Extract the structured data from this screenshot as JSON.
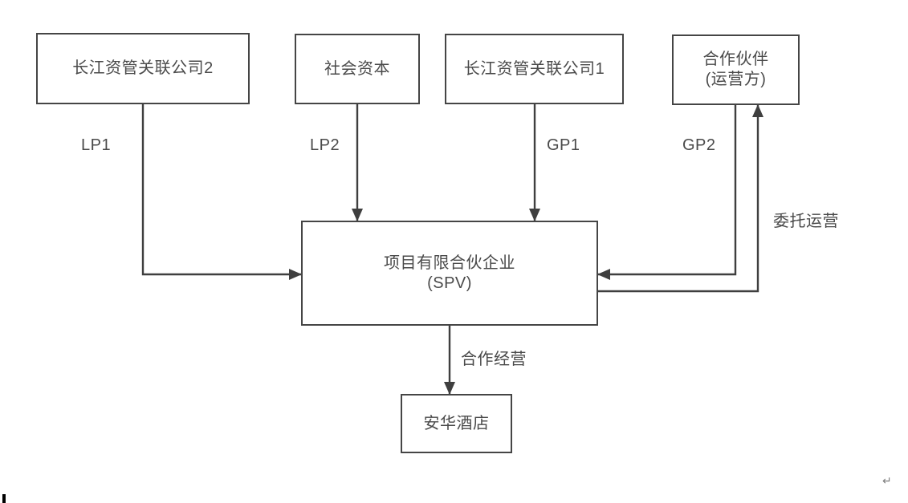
{
  "diagram": {
    "nodes": {
      "lp1_company": {
        "label": "长江资管关联公司2"
      },
      "social_capital": {
        "label": "社会资本"
      },
      "gp1_company": {
        "label": "长江资管关联公司1"
      },
      "partner": {
        "line1": "合作伙伴",
        "line2": "(运营方)"
      },
      "spv": {
        "line1": "项目有限合伙企业",
        "line2": "(SPV)"
      },
      "hotel": {
        "label": "安华酒店"
      }
    },
    "edge_labels": {
      "lp1": "LP1",
      "lp2": "LP2",
      "gp1": "GP1",
      "gp2": "GP2",
      "entrust": "委托运营",
      "coop": "合作经营"
    },
    "edges": [
      {
        "from": "长江资管关联公司2",
        "to": "项目有限合伙企业(SPV)",
        "label": "LP1"
      },
      {
        "from": "社会资本",
        "to": "项目有限合伙企业(SPV)",
        "label": "LP2"
      },
      {
        "from": "长江资管关联公司1",
        "to": "项目有限合伙企业(SPV)",
        "label": "GP1"
      },
      {
        "from": "合作伙伴(运营方)",
        "to": "项目有限合伙企业(SPV)",
        "label": "GP2"
      },
      {
        "from": "项目有限合伙企业(SPV)",
        "to": "合作伙伴(运营方)",
        "label": "委托运营"
      },
      {
        "from": "项目有限合伙企业(SPV)",
        "to": "安华酒店",
        "label": "合作经营"
      }
    ],
    "colors": {
      "background": "#ffffff",
      "box_border": "#454545",
      "connector_line": "#3f3f3f",
      "text": "#4a4a4a",
      "caret": "#000000",
      "pilcrow": "#7f7f7f"
    },
    "marks": {
      "pilcrow": "↵"
    }
  }
}
